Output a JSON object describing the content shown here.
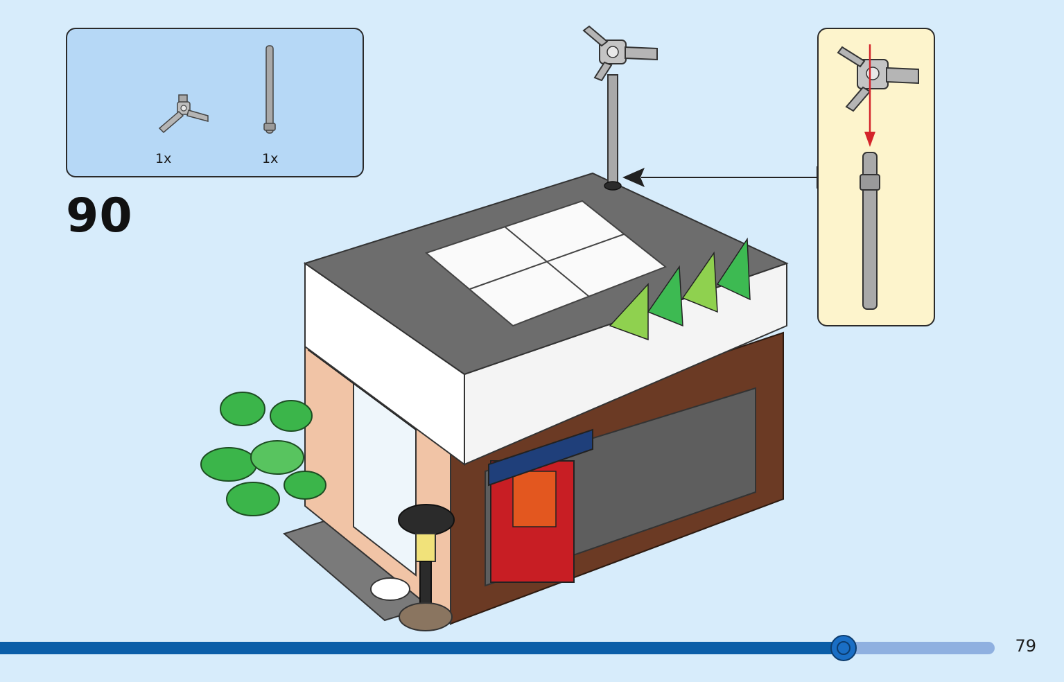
{
  "step": {
    "number": "90"
  },
  "parts_list": {
    "items": [
      {
        "name": "connector-part",
        "quantity": "1x"
      },
      {
        "name": "bar-part",
        "quantity": "1x"
      }
    ]
  },
  "progress": {
    "fraction": 0.848
  },
  "page": {
    "number": "79"
  },
  "colors": {
    "background": "#d7ecfb",
    "parts_box": "#b6d8f6",
    "callout": "#fdf4cc",
    "progress": "#0b5ea8",
    "arrow_red": "#d4242a"
  }
}
